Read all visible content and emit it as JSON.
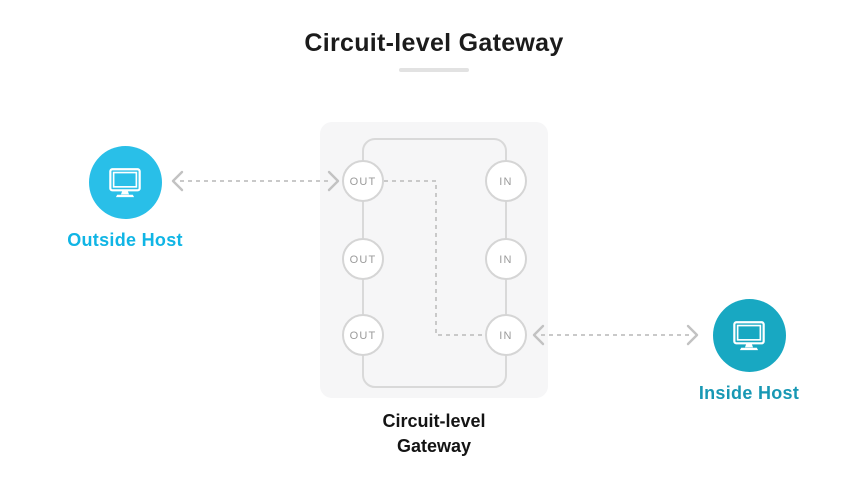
{
  "title": {
    "text": "Circuit-level Gateway"
  },
  "hosts": {
    "outside": {
      "label": "Outside Host",
      "icon": "monitor-icon"
    },
    "inside": {
      "label": "Inside Host",
      "icon": "monitor-icon"
    }
  },
  "gateway": {
    "caption_line1": "Circuit-level",
    "caption_line2": "Gateway",
    "out_ports": [
      "OUT",
      "OUT",
      "OUT"
    ],
    "in_ports": [
      "IN",
      "IN",
      "IN"
    ]
  },
  "colors": {
    "title_color": "#1b1b1b",
    "divider_gray": "#e2e2e2",
    "outside_host_fill": "#29bfe8",
    "outside_label": "#10b5e5",
    "inside_host_fill": "#18a8c2",
    "inside_label": "#1898b4",
    "gateway_box_bg": "#f6f6f7",
    "connector_gray": "#d9d9d9",
    "dashed_gray": "#c9c9c9",
    "port_text_gray": "#9b9b9b"
  }
}
